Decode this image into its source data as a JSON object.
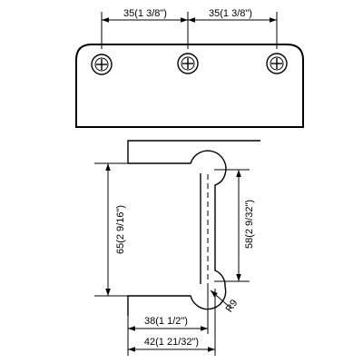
{
  "top_view": {
    "dim_left": "35(1 3/8\")",
    "dim_right": "35(1 3/8\")",
    "screws": [
      "screw-left",
      "screw-center",
      "screw-right"
    ]
  },
  "side_view": {
    "dim_height_outer": "65(2 9/16\")",
    "dim_height_inner": "58(2 9/32\")",
    "dim_radius": "R9",
    "dim_width_inner": "38(1 1/2\")",
    "dim_width_outer": "42(1 21/32\")"
  }
}
